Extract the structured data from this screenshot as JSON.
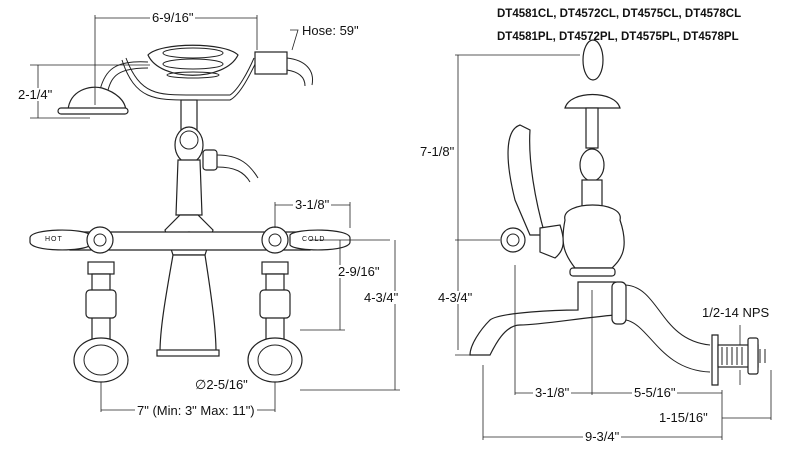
{
  "models": {
    "line1": "DT4581CL, DT4572CL, DT4575CL, DT4578CL",
    "line2": "DT4581PL, DT4572PL, DT4575PL, DT4578PL"
  },
  "front_view": {
    "width_handshower": "6-9/16\"",
    "hose": "Hose: 59\"",
    "handshower_height": "2-1/4\"",
    "handle_spacing": "3-1/8\"",
    "hot_label": "HOT",
    "cold_label": "COLD",
    "handle_height": "2-9/16\"",
    "overall_height": "4-3/4\"",
    "flange_diameter": "∅2-5/16\"",
    "centers": "7\" (Min: 3\" Max: 11\")"
  },
  "side_view": {
    "total_height": "7-1/8\"",
    "spout_height": "4-3/4\"",
    "thread": "1/2-14 NPS",
    "handle_offset": "3-1/8\"",
    "spout_to_wall": "5-5/16\"",
    "shank_length": "1-15/16\"",
    "total_depth": "9-3/4\""
  }
}
